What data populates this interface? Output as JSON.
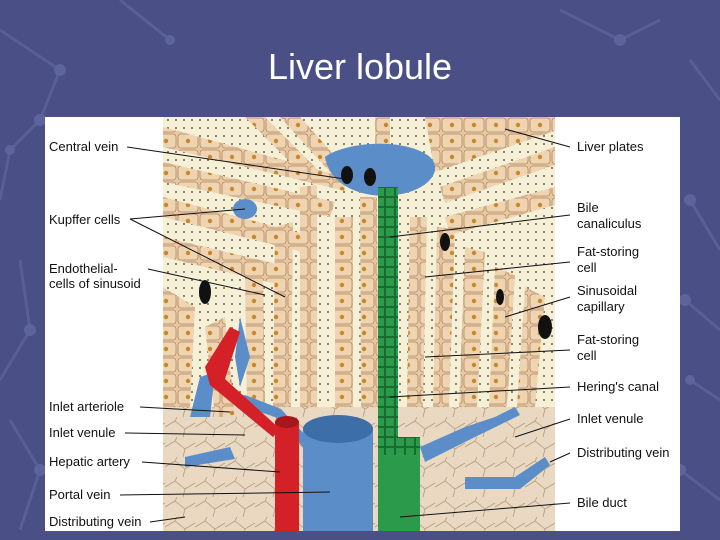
{
  "slide": {
    "title": "Liver lobule"
  },
  "labels": {
    "left": {
      "central_vein": "Central vein",
      "kupffer_cells": "Kupffer cells",
      "endothelial_line1": "Endothelial-",
      "endothelial_line2": "cells of sinusoid",
      "inlet_arteriole": "Inlet arteriole",
      "inlet_venule": "Inlet venule",
      "hepatic_artery": "Hepatic artery",
      "portal_vein": "Portal vein",
      "distributing_vein": "Distributing vein"
    },
    "right": {
      "liver_plates": "Liver plates",
      "bile_canaliculus_line1": "Bile",
      "bile_canaliculus_line2": "canaliculus",
      "fat_storing_1_line1": "Fat-storing",
      "fat_storing_1_line2": "cell",
      "sinusoidal_line1": "Sinusoidal",
      "sinusoidal_line2": "capillary",
      "fat_storing_2_line1": "Fat-storing",
      "fat_storing_2_line2": "cell",
      "herings_canal": "Hering's canal",
      "inlet_venule": "Inlet venule",
      "distributing_vein": "Distributing vein",
      "bile_duct": "Bile duct"
    }
  },
  "colors": {
    "background": "#4a4f86",
    "hepatocyte": "#e8c9a5",
    "vein": "#5b8ec8",
    "artery": "#d42027",
    "bile_duct": "#2b9a4a",
    "sinusoid": "#f6f0d7"
  }
}
